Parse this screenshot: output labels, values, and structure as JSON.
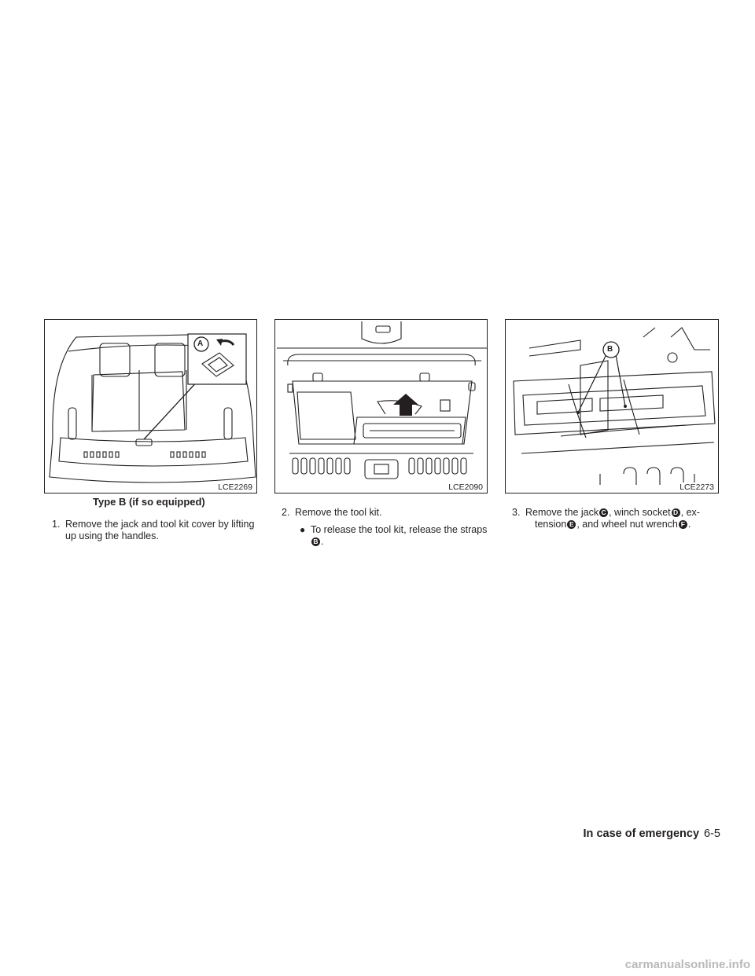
{
  "figures": [
    {
      "code": "LCE2269",
      "callout": "A"
    },
    {
      "code": "LCE2090"
    },
    {
      "code": "LCE2273",
      "callout": "B"
    }
  ],
  "caption": "Type B (if so equipped)",
  "steps": {
    "s1": {
      "num": "1.",
      "text": "Remove the jack and tool kit cover by lifting up using the handles."
    },
    "s2": {
      "num": "2.",
      "text": "Remove the tool kit."
    },
    "s2_bullet": {
      "text": "To release the tool kit, release the straps",
      "marker": "B",
      "after": "."
    },
    "s3": {
      "num": "3.",
      "p1": "Remove the jack",
      "m1": "C",
      "p2": ", winch socket",
      "m2": "D",
      "p3": ", ex-",
      "p4": "tension",
      "m3": "E",
      "p5": ", and wheel nut wrench",
      "m4": "F",
      "p6": "."
    }
  },
  "footer": {
    "section": "In case of emergency",
    "page": "6-5"
  },
  "watermark": "carmanualsonline.info"
}
